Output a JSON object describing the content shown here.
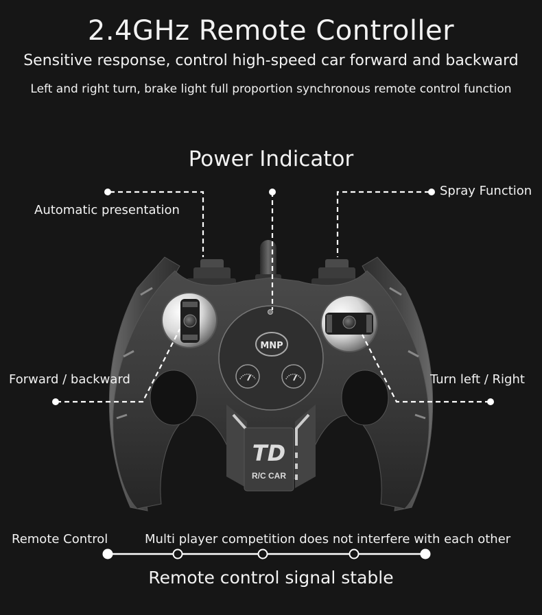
{
  "header": {
    "title": "2.4GHz Remote Controller",
    "subtitle": "Sensitive response, control high-speed car forward and backward",
    "subtitle2": "Left and right turn, brake light full proportion synchronous remote control function"
  },
  "callouts": {
    "power_indicator": "Power Indicator",
    "automatic_presentation": "Automatic presentation",
    "spray_function": "Spray Function",
    "forward_backward": "Forward / backward",
    "turn_left_right": "Turn left / Right"
  },
  "controller": {
    "center_logo": "MNP",
    "brand_logo": "TD",
    "brand_caption": "R/C CAR",
    "body_color": "#3a3a3a",
    "accent_color": "#d9d9d9"
  },
  "footer": {
    "left_label": "Remote Control",
    "right_label": "Multi player competition does not interfere with each other",
    "bottom_title": "Remote control signal stable",
    "timeline_nodes": [
      "filled",
      "hollow",
      "hollow",
      "hollow",
      "filled"
    ]
  }
}
